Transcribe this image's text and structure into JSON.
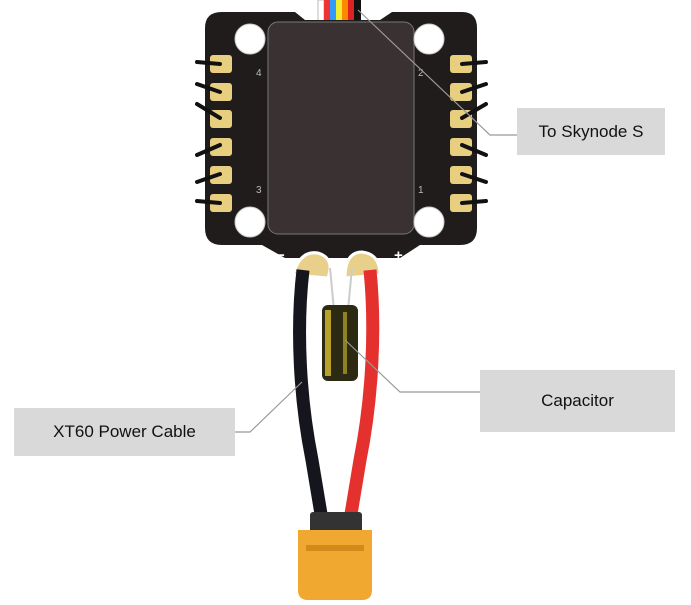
{
  "labels": {
    "skynode": "To Skynode S",
    "capacitor": "Capacitor",
    "power_cable": "XT60 Power Cable"
  },
  "board_markings": {
    "motor_4": "4",
    "motor_2": "2",
    "motor_3": "3",
    "motor_1": "1",
    "minus": "−",
    "plus": "+"
  },
  "colors": {
    "board": "#211c1c",
    "pad": "#e8cf7f",
    "red_wire": "#e5312e",
    "black_wire": "#15151d",
    "connector": "#f0a830",
    "callout_bg": "#d9d9d9"
  }
}
